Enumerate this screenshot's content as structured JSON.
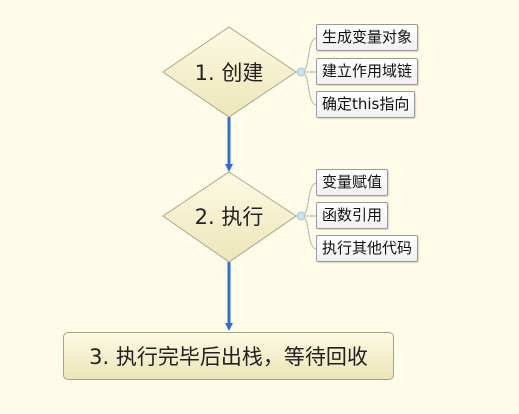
{
  "steps": [
    {
      "label": "1. 创建",
      "children": [
        "生成变量对象",
        "建立作用域链",
        "确定this指向"
      ]
    },
    {
      "label": "2. 执行",
      "children": [
        "变量赋值",
        "函数引用",
        "执行其他代码"
      ]
    },
    {
      "label": "3. 执行完毕后出栈，等待回收"
    }
  ],
  "colors": {
    "background": "#fefbe8",
    "arrow": "#2f6fd6",
    "diamond_fill_top": "#fdfae3",
    "diamond_fill_bottom": "#ece6b9",
    "diamond_stroke": "#aaa68a",
    "branch_line": "#b3b3b3",
    "connector_dot": "#cfe0f2"
  }
}
